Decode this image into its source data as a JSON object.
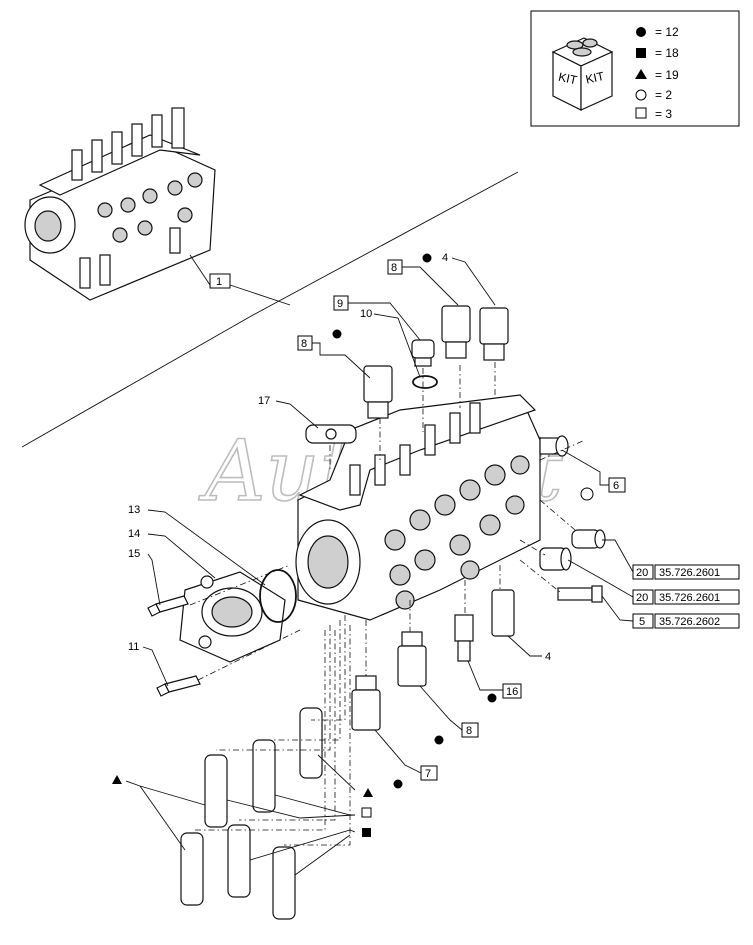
{
  "watermark": "Autosoft",
  "legend": {
    "kit_labels": [
      "KIT",
      "KIT"
    ],
    "items": [
      {
        "symbol": "filled-circle",
        "text": "= 12"
      },
      {
        "symbol": "filled-square",
        "text": "= 18"
      },
      {
        "symbol": "filled-triangle",
        "text": "= 19"
      },
      {
        "symbol": "open-circle",
        "text": "= 2"
      },
      {
        "symbol": "open-square",
        "text": "= 3"
      }
    ]
  },
  "callouts": {
    "c1": "1",
    "c8a": "8",
    "c4a": "4",
    "c9": "9",
    "c10": "10",
    "c8b": "8",
    "c17": "17",
    "c6": "6",
    "c13": "13",
    "c14": "14",
    "c15": "15",
    "c11": "11",
    "c20a": "20",
    "c20b": "20",
    "c5": "5",
    "c4b": "4",
    "c16": "16",
    "c8c": "8",
    "c7": "7"
  },
  "refs": {
    "r1": "35.726.2601",
    "r2": "35.726.2601",
    "r3": "35.726.2602"
  }
}
